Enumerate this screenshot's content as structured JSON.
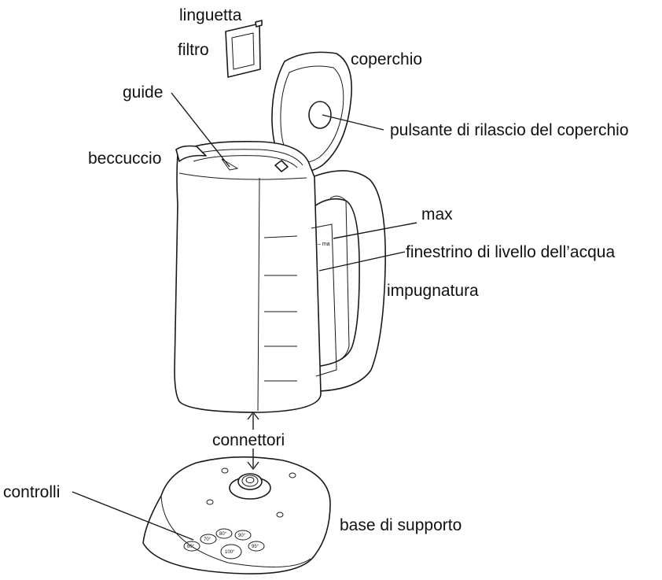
{
  "labels": {
    "linguetta": "linguetta",
    "filtro": "filtro",
    "coperchio": "coperchio",
    "guide": "guide",
    "pulsante": "pulsante di rilascio del coperchio",
    "beccuccio": "beccuccio",
    "max": "max",
    "finestrino": "finestrino di livello dell’acqua",
    "impugnatura": "impugnatura",
    "connettori": "connettori",
    "controlli": "controlli",
    "base": "base di supporto"
  },
  "window_mark": "– ma",
  "temperature_buttons": [
    "60°",
    "70°",
    "80°",
    "90°",
    "95°",
    "100°"
  ]
}
